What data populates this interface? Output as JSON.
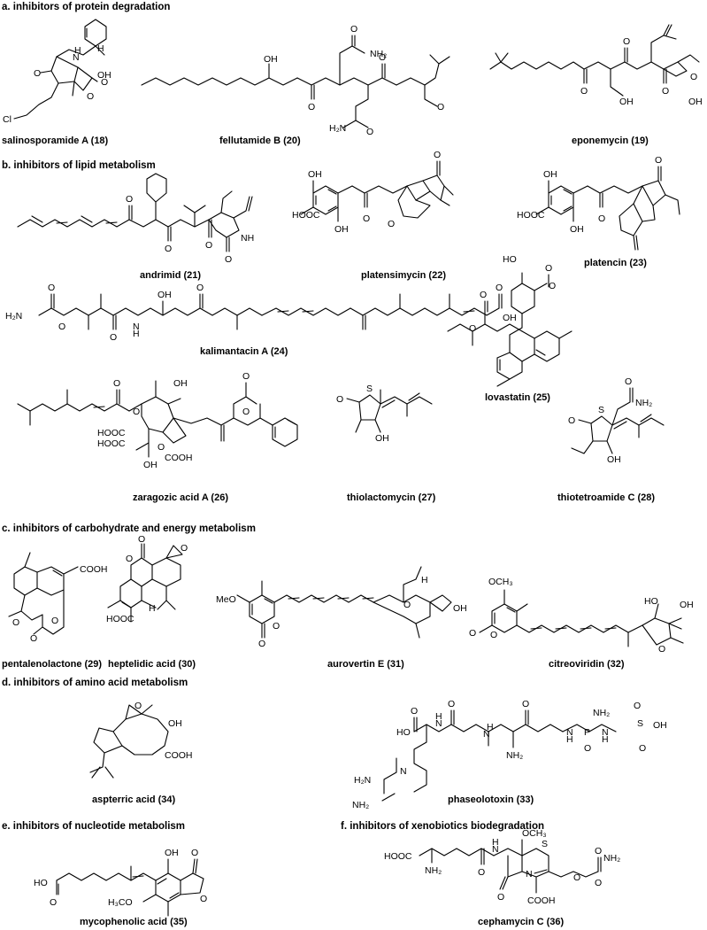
{
  "sections": {
    "a": "a. inhibitors of protein degradation",
    "b": "b. inhibitors of lipid metabolism",
    "c": "c. inhibitors of carbohydrate and energy metabolism",
    "d": "d. inhibitors of amino acid metabolism",
    "e": "e. inhibitors of nucleotide metabolism",
    "f": "f. inhibitors of xenobiotics biodegradation"
  },
  "compounds": {
    "c18": "salinosporamide A (18)",
    "c20": "fellutamide B (20)",
    "c19": "eponemycin (19)",
    "c21": "andrimid (21)",
    "c22": "platensimycin (22)",
    "c23": "platencin (23)",
    "c24": "kalimantacin A (24)",
    "c25": "lovastatin (25)",
    "c26": "zaragozic acid A (26)",
    "c27": "thiolactomycin (27)",
    "c28": "thiotetroamide C (28)",
    "c29": "pentalenolactone (29)",
    "c30": "heptelidic acid (30)",
    "c31": "aurovertin E (31)",
    "c32": "citreoviridin (32)",
    "c34": "aspterric acid (34)",
    "c33": "phaseolotoxin (33)",
    "c35": "mycophenolic acid (35)",
    "c36": "cephamycin C (36)"
  },
  "atoms": {
    "O": "O",
    "N": "N",
    "S": "S",
    "P": "P",
    "H": "H",
    "NH": "NH",
    "HN": "HN",
    "OH": "OH",
    "HO": "HO",
    "Cl": "Cl",
    "NH2": "NH₂",
    "H2N": "H₂N",
    "COOH": "COOH",
    "HOOC": "HOOC",
    "OCH3": "OCH₃",
    "H3CO": "H₃CO",
    "MeO": "MeO"
  }
}
